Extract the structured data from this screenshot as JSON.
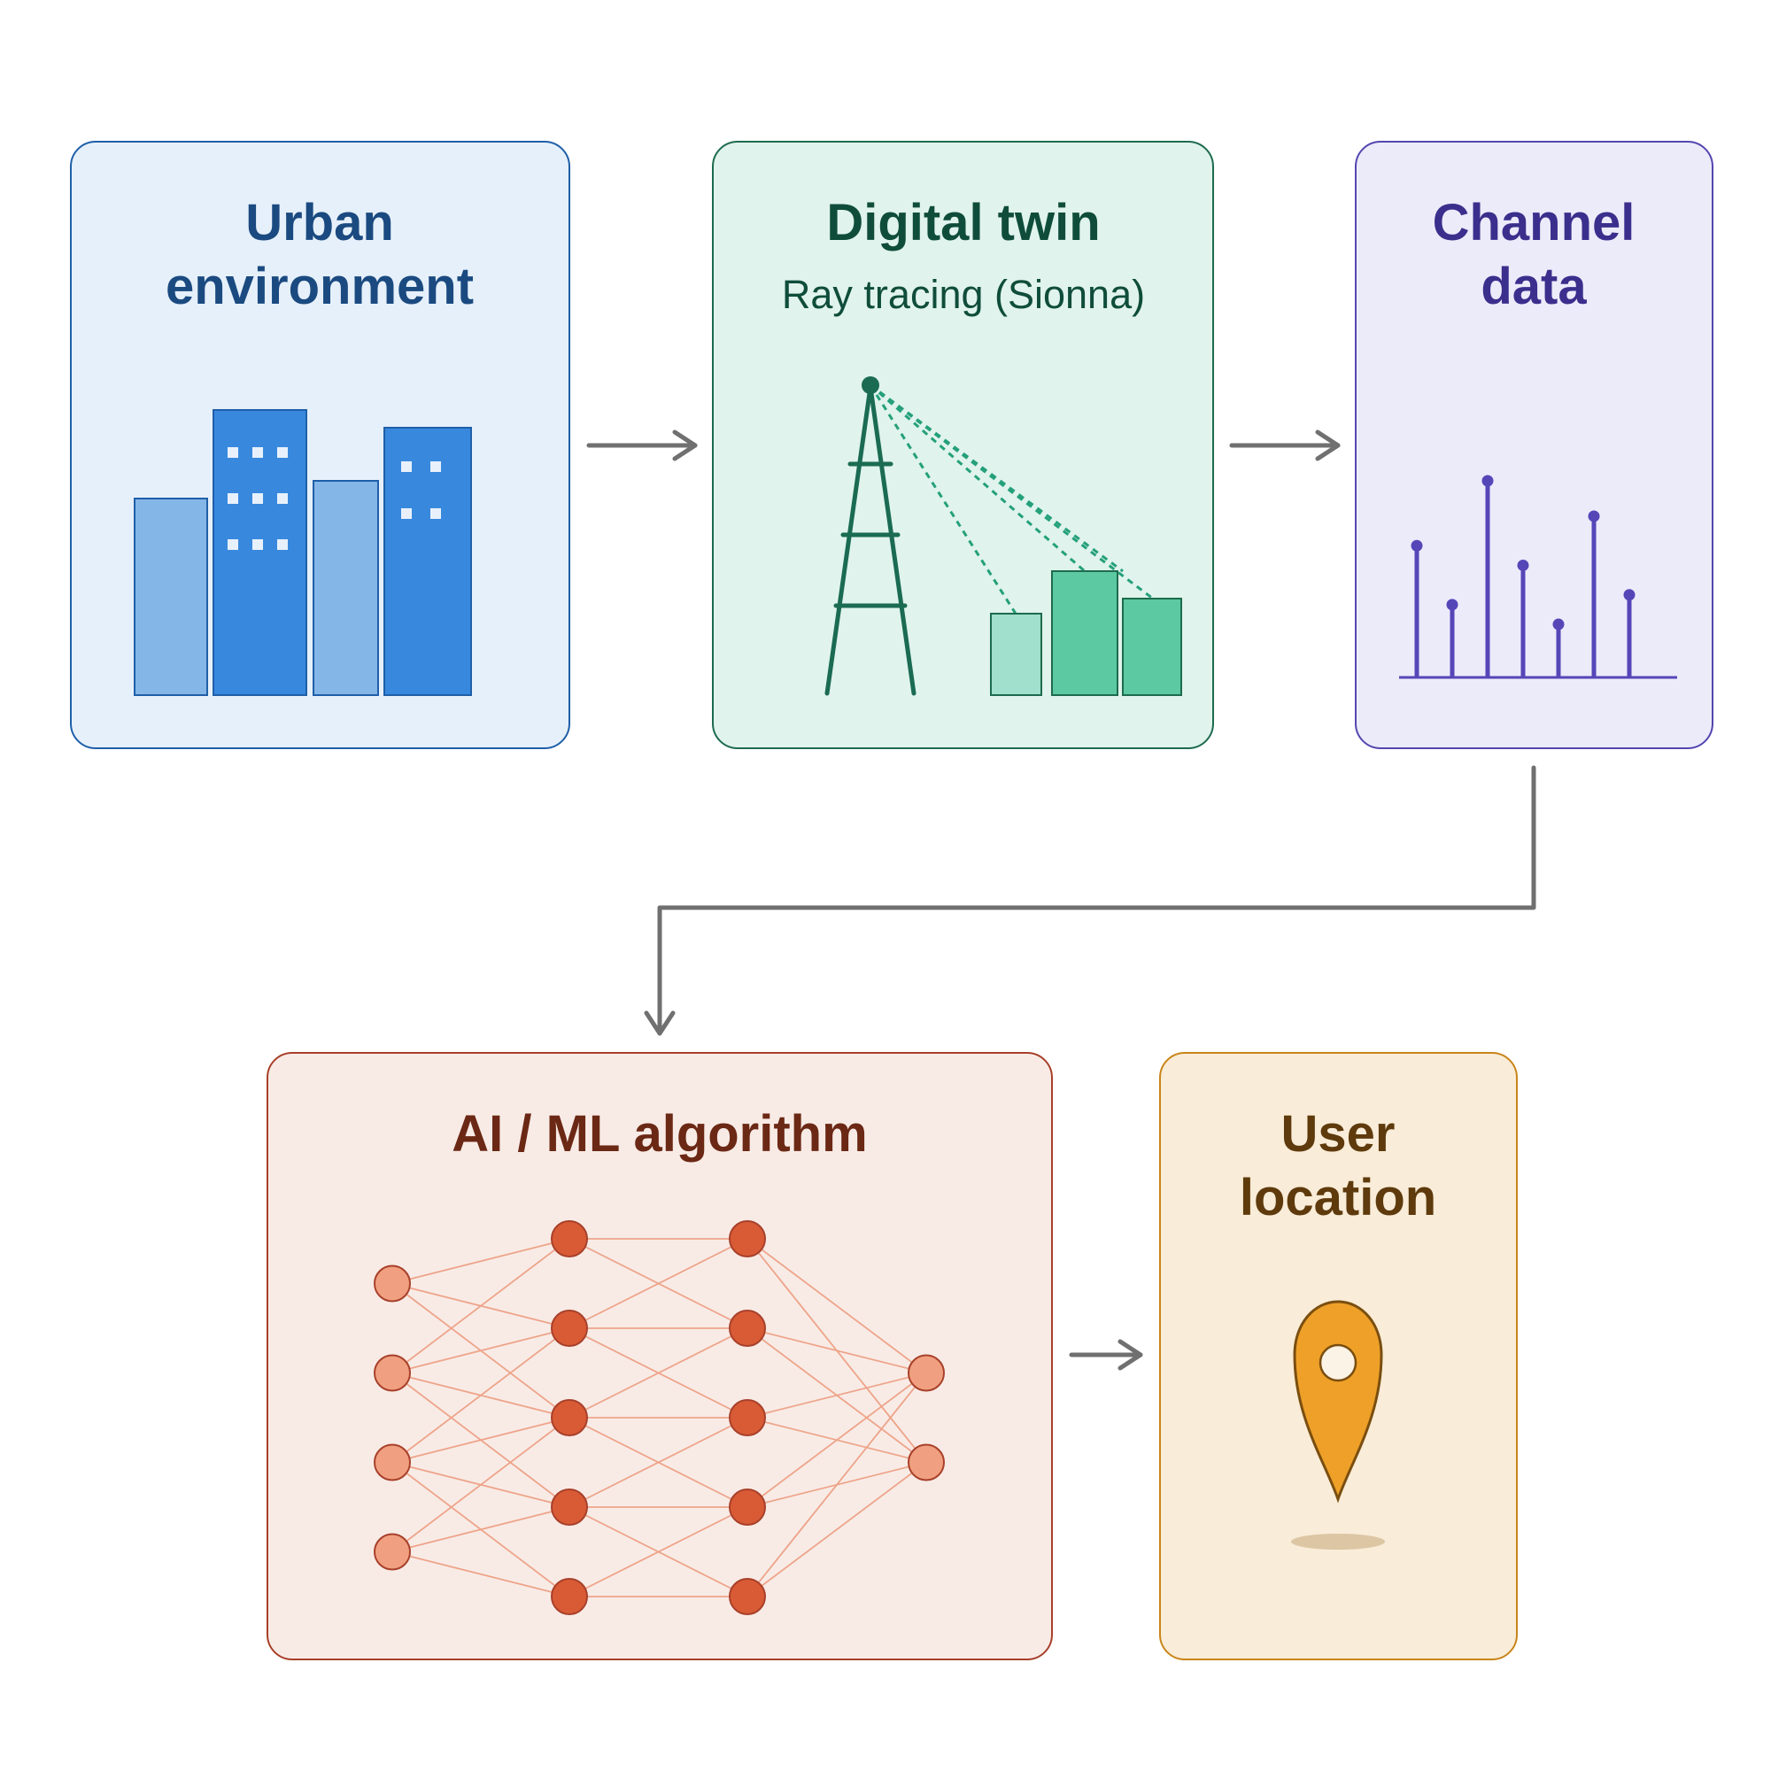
{
  "colors": {
    "arrow": "#707070",
    "urban": {
      "fill": "#e6f0fa",
      "stroke": "#1f5fa8",
      "text": "#1a4a80",
      "building_light": "#85b6e8",
      "building_dark": "#3889de",
      "window": "#e8f1fb"
    },
    "twin": {
      "fill": "#e0f3ec",
      "stroke": "#1d6b4e",
      "text": "#0f4d3a",
      "tower": "#1a6b52",
      "ray": "#24a07a",
      "building_light": "#a1e0cc",
      "building_dark": "#5cc9a3"
    },
    "channel": {
      "fill": "#ecebfa",
      "stroke": "#5446b0",
      "text": "#3a2f8c",
      "stem": "#5546b8"
    },
    "ai": {
      "fill": "#f8ebe6",
      "stroke": "#a8402a",
      "text": "#6b2814",
      "node_light": "#f0a080",
      "node_dark": "#d95b35",
      "node_stroke": "#a8402a",
      "edge": "#eea48a"
    },
    "user": {
      "fill": "#f9ecd8",
      "stroke": "#c9851a",
      "text": "#5e3a0c",
      "pin": "#eea028",
      "pin_stroke": "#7a4e10",
      "shadow": "#dcc6a4"
    }
  },
  "boxes": {
    "urban": {
      "title_lines": [
        "Urban",
        "environment"
      ],
      "icon": "city-buildings-icon"
    },
    "twin": {
      "title_lines": [
        "Digital twin"
      ],
      "subtitle": "Ray tracing (Sionna)",
      "icon": "radio-tower-ray-tracing-icon"
    },
    "channel": {
      "title_lines": [
        "Channel",
        "data"
      ],
      "icon": "channel-impulse-response-icon"
    },
    "ai": {
      "title_lines": [
        "AI / ML algorithm"
      ],
      "icon": "neural-network-icon"
    },
    "user": {
      "title_lines": [
        "User",
        "location"
      ],
      "icon": "location-pin-icon"
    }
  },
  "channel_taps": [
    0.67,
    0.37,
    1.0,
    0.57,
    0.27,
    0.82,
    0.42
  ],
  "neural_network_layers": [
    4,
    5,
    5,
    2
  ],
  "edges": [
    {
      "from": "urban",
      "to": "twin"
    },
    {
      "from": "twin",
      "to": "channel"
    },
    {
      "from": "channel",
      "to": "ai"
    },
    {
      "from": "ai",
      "to": "user"
    }
  ]
}
